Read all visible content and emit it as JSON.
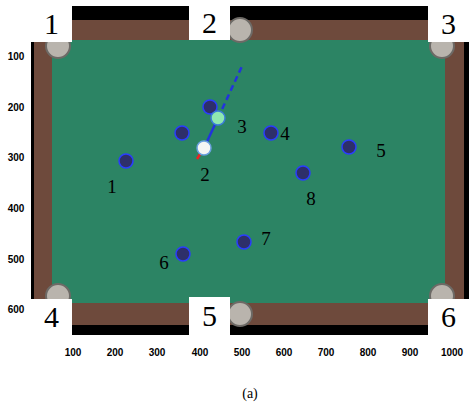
{
  "diagram": {
    "caption": "(a)",
    "nodes": [
      {
        "text": [
          "1"
        ]
      },
      {
        "text": [
          "2"
        ]
      },
      {
        "text": [
          "3"
        ]
      },
      {
        "text": [
          "4"
        ]
      },
      {
        "text": [
          "5"
        ]
      },
      {
        "text": [
          "6"
        ]
      }
    ],
    "labels": [
      "3",
      "4",
      "5",
      "2",
      "1",
      "8",
      "7",
      "6",
      "100",
      "200",
      "300",
      "400",
      "500",
      "600",
      "100",
      "200",
      "300",
      "400",
      "500",
      "600",
      "700",
      "800",
      "900",
      "1000"
    ]
  }
}
